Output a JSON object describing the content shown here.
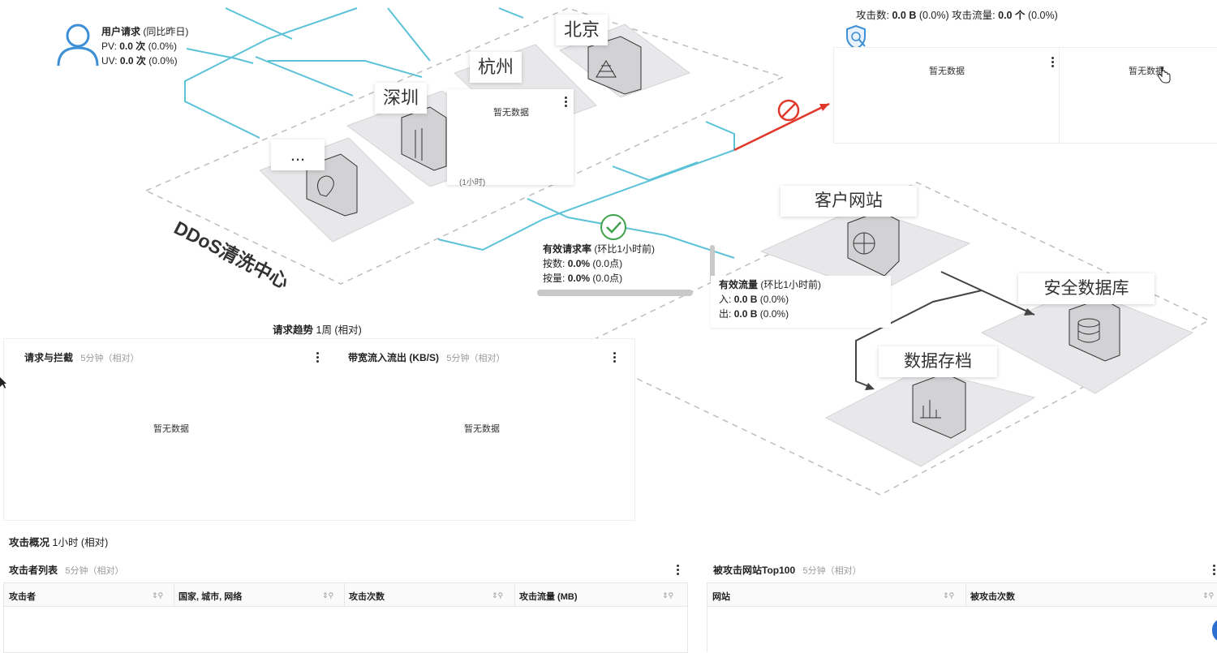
{
  "user_request": {
    "title": "用户请求",
    "compare": "(同比昨日)",
    "pv_label": "PV:",
    "pv_value": "0.0 次",
    "pv_pct": "(0.0%)",
    "uv_label": "UV:",
    "uv_value": "0.0 次",
    "uv_pct": "(0.0%)"
  },
  "map_labels": {
    "beijing": "北京",
    "hangzhou": "杭州",
    "shenzhen": "深圳",
    "more": "...",
    "ddos_center": "DDoS清洗中心",
    "customer_site": "客户网站",
    "secure_db": "安全数据库",
    "data_archive": "数据存档"
  },
  "center_popup": {
    "no_data": "暂无数据",
    "footer": "(1小时)"
  },
  "attack_summary": {
    "attack_count_label": "攻击数:",
    "attack_count_value": "0.0 B",
    "attack_count_pct": "(0.0%)",
    "attack_flow_label": "攻击流量:",
    "attack_flow_value": "0.0 个",
    "attack_flow_pct": "(0.0%)",
    "left_no_data": "暂无数据",
    "right_no_data": "暂无数据"
  },
  "valid_request": {
    "title": "有效请求率",
    "compare": "(环比1小时前)",
    "count_label": "按数:",
    "count_value": "0.0%",
    "count_delta": "(0.0点)",
    "volume_label": "按量:",
    "volume_value": "0.0%",
    "volume_delta": "(0.0点)"
  },
  "valid_flow": {
    "title": "有效流量",
    "compare": "(环比1小时前)",
    "in_label": "入:",
    "in_value": "0.0 B",
    "in_pct": "(0.0%)",
    "out_label": "出:",
    "out_value": "0.0 B",
    "out_pct": "(0.0%)"
  },
  "request_trend": {
    "title": "请求趋势",
    "range": "1周 (相对)",
    "left_title": "请求与拦截",
    "left_range": "5分钟（相对）",
    "left_no_data": "暂无数据",
    "right_title": "带宽流入流出 (KB/S)",
    "right_range": "5分钟（相对）",
    "right_no_data": "暂无数据"
  },
  "attack_overview": {
    "title": "攻击概况",
    "range": "1小时 (相对)",
    "attackers": {
      "title": "攻击者列表",
      "range": "5分钟（相对）",
      "columns": [
        "攻击者",
        "国家, 城市, 网络",
        "攻击次数",
        "攻击流量 (MB)"
      ]
    },
    "top_sites": {
      "title": "被攻击网站Top100",
      "range": "5分钟（相对）",
      "columns": [
        "网站",
        "被攻击次数"
      ]
    }
  },
  "colors": {
    "flow_line": "#5bc2d8",
    "blocked_line": "#e0392b",
    "ok_green": "#3fa34d",
    "user_icon": "#3d8fd6"
  }
}
